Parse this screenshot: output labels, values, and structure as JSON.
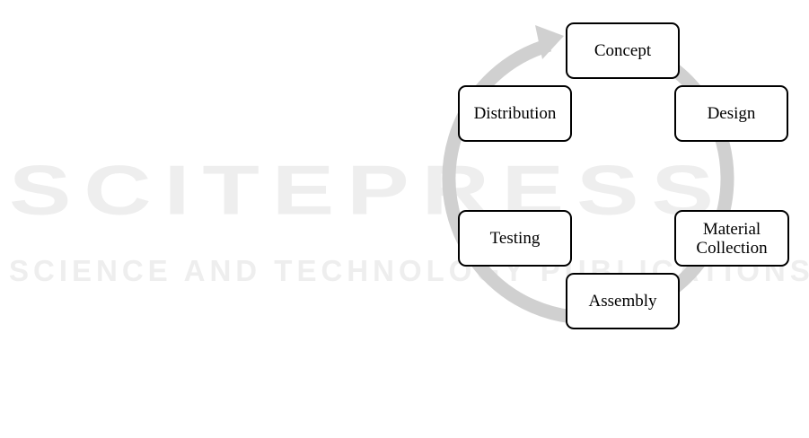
{
  "watermark": {
    "title": "SCITEPRESS",
    "subtitle": "SCIENCE AND TECHNOLOGY PUBLICATIONS"
  },
  "colors": {
    "cycle_arrow": "#d0d0d0",
    "box_border": "#000000"
  },
  "diagram": {
    "type": "cycle",
    "stages": [
      {
        "label": "Concept"
      },
      {
        "label": "Design"
      },
      {
        "label": "Material Collection"
      },
      {
        "label": "Assembly"
      },
      {
        "label": "Testing"
      },
      {
        "label": "Distribution"
      }
    ]
  }
}
